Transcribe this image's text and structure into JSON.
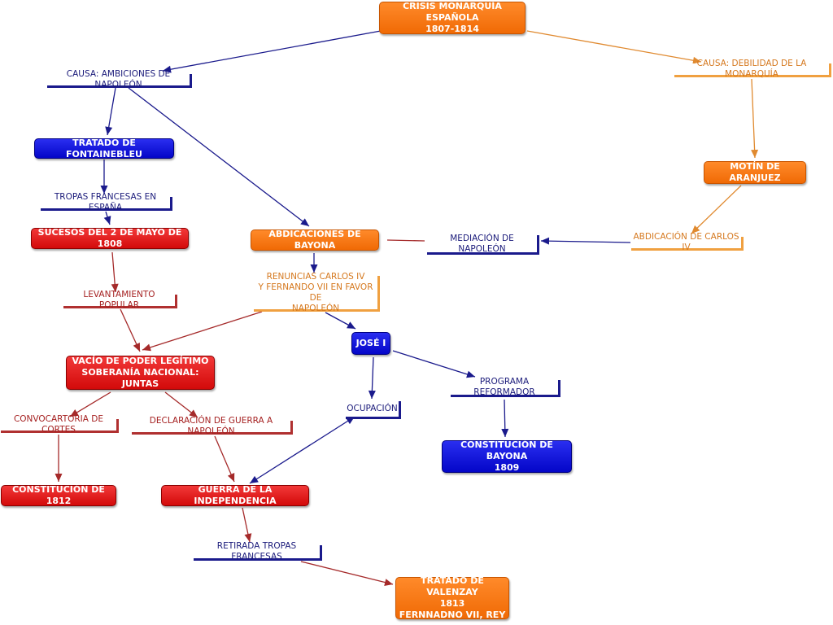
{
  "colors": {
    "orange": "#f07410",
    "blue": "#0508d8",
    "red": "#e01a1a",
    "navy": "#1a1a8c",
    "light_orange": "#e08a30",
    "dark_red": "#a52a2a"
  },
  "nodes": {
    "crisis": "CRISIS MONARQUÍA ESPAÑOLA\n1807-1814",
    "causa_napoleon": "CAUSA: AMBICIONES DE NAPOLEÓN",
    "causa_debilidad": "CAUSA: DEBILIDAD DE LA MONARQUÍA",
    "fontainebleu": "TRATADO DE FONTAINEBLEU",
    "tropas": "TROPAS FRANCESAS EN ESPAÑA",
    "sucesos": "SUCESOS DEL 2 DE MAYO DE 1808",
    "abdicaciones": "ABDICACIONES DE BAYONA",
    "mediacion": "MEDIACIÓN DE NAPOLEÓN",
    "abdicacion_carlos": "ABDICACIÓN DE CARLOS IV",
    "motin": "MOTÍN DE ARANJUEZ",
    "renuncias": "RENUNCIAS CARLOS IV\nY FERNANDO VII EN FAVOR DE\nNAPOLEÓN",
    "levantamiento": "LEVANTAMIENTO POPULAR",
    "jose": "JOSÉ I",
    "vacio": "VACÍO DE PODER LEGÍTIMO\nSOBERANÍA NACIONAL: JUNTAS",
    "programa": "PROGRAMA REFORMADOR",
    "ocupacion": "OCUPACIÓN",
    "convocatoria": "CONVOCARTORIA DE CORTES",
    "declaracion": "DECLARACIÓN DE GUERRA A NAPOLEÓN",
    "const_bayona": "CONSTITUCIÓN DE BAYONA\n1809",
    "const_1812": "CONSTITUCIÓN DE 1812",
    "guerra": "GUERRA DE LA INDEPENDENCIA",
    "retirada": "RETIRADA TROPAS FRANCESAS",
    "valenzay": "TRATADO DE VALENZAY\n1813\nFERNNADNO VII, REY"
  }
}
